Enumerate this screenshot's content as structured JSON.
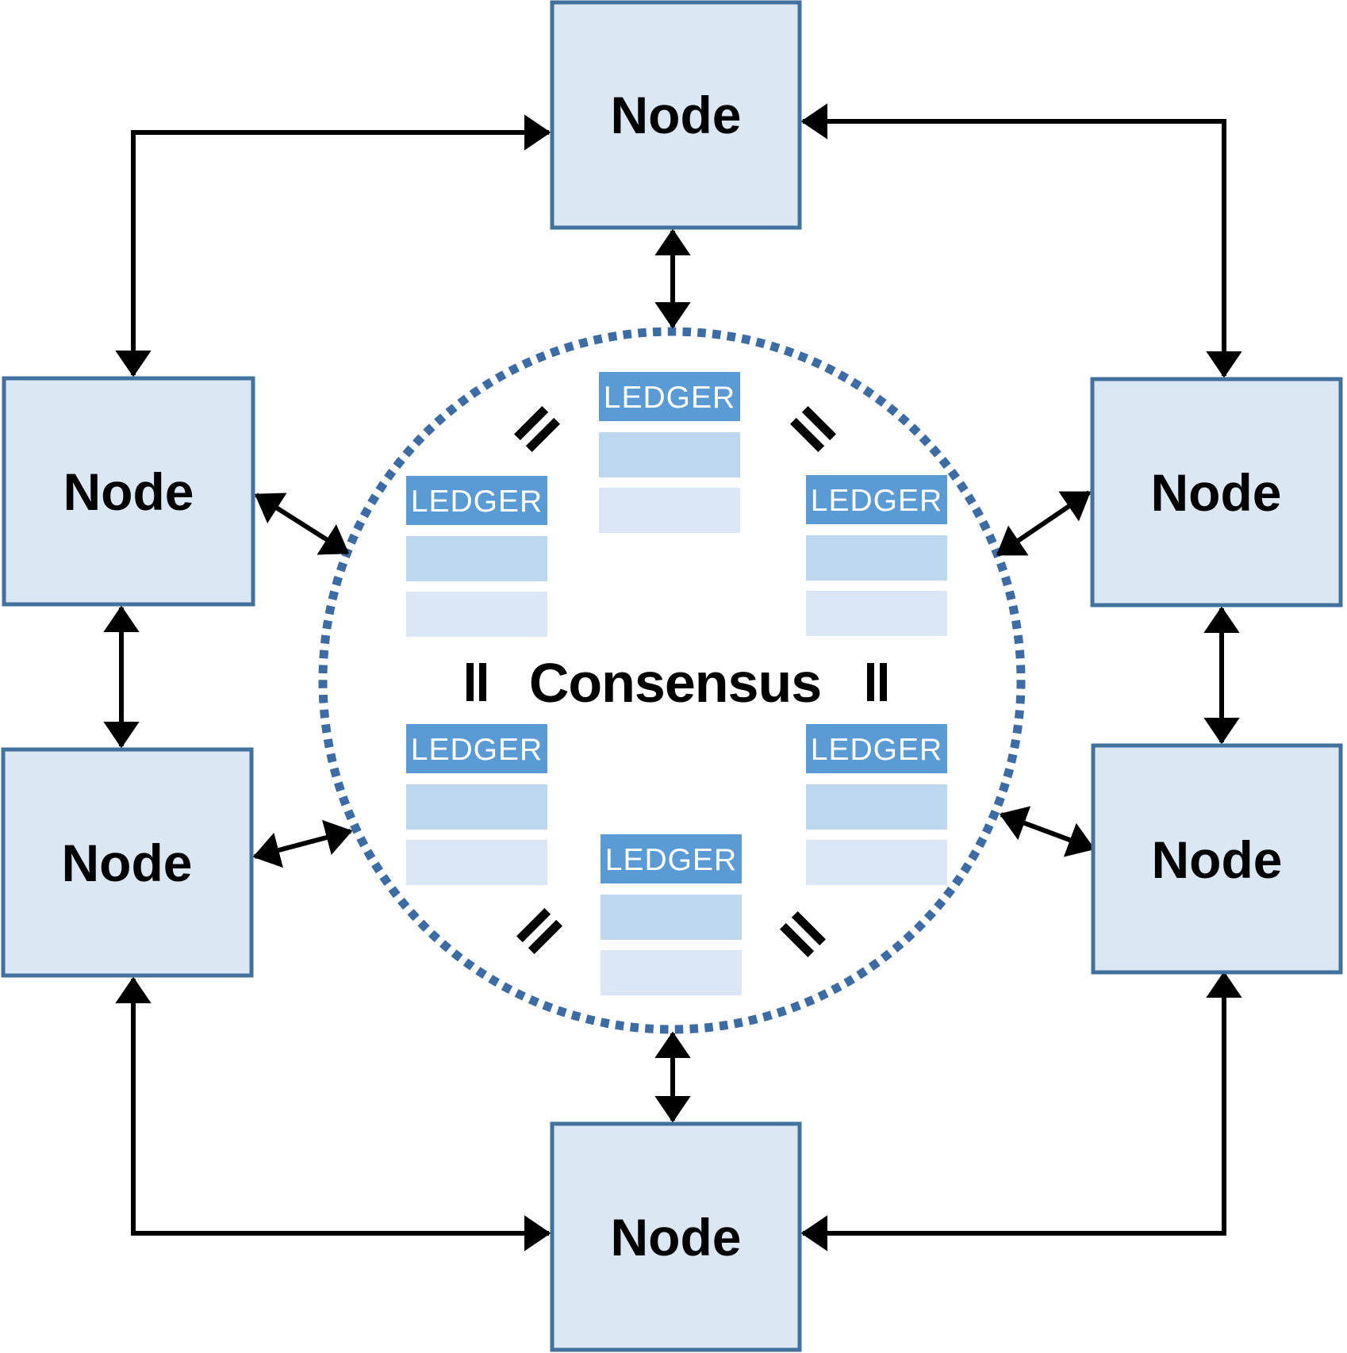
{
  "diagram": {
    "type": "peer-to-peer-consensus-network",
    "consensus": {
      "label": "Consensus"
    },
    "nodes": [
      {
        "id": "top",
        "label": "Node"
      },
      {
        "id": "left-upper",
        "label": "Node"
      },
      {
        "id": "right-upper",
        "label": "Node"
      },
      {
        "id": "left-lower",
        "label": "Node"
      },
      {
        "id": "right-lower",
        "label": "Node"
      },
      {
        "id": "bottom",
        "label": "Node"
      }
    ],
    "ledgers": [
      {
        "id": "top",
        "label": "LEDGER",
        "blank_rows": 2
      },
      {
        "id": "left-upper",
        "label": "LEDGER",
        "blank_rows": 2
      },
      {
        "id": "right-upper",
        "label": "LEDGER",
        "blank_rows": 2
      },
      {
        "id": "left-lower",
        "label": "LEDGER",
        "blank_rows": 2
      },
      {
        "id": "right-lower",
        "label": "LEDGER",
        "blank_rows": 2
      },
      {
        "id": "bottom",
        "label": "LEDGER",
        "blank_rows": 2
      }
    ],
    "equality_marks": {
      "icon": "equals-icon",
      "count": 6,
      "positions": [
        "upper-left-rotated",
        "upper-right-rotated",
        "mid-left-vertical",
        "mid-right-vertical",
        "lower-left-rotated",
        "lower-right-rotated"
      ]
    },
    "connections": [
      {
        "from": "node-top",
        "to": "consensus-circle",
        "type": "bidirectional-arrow"
      },
      {
        "from": "node-bottom",
        "to": "consensus-circle",
        "type": "bidirectional-arrow"
      },
      {
        "from": "node-left-upper",
        "to": "consensus-circle",
        "type": "bidirectional-arrow"
      },
      {
        "from": "node-left-lower",
        "to": "consensus-circle",
        "type": "bidirectional-arrow"
      },
      {
        "from": "node-right-upper",
        "to": "consensus-circle",
        "type": "bidirectional-arrow"
      },
      {
        "from": "node-right-lower",
        "to": "consensus-circle",
        "type": "bidirectional-arrow"
      },
      {
        "from": "node-left-upper",
        "to": "node-top",
        "type": "bidirectional-elbow-arrow"
      },
      {
        "from": "node-right-upper",
        "to": "node-top",
        "type": "bidirectional-elbow-arrow"
      },
      {
        "from": "node-left-lower",
        "to": "node-bottom",
        "type": "bidirectional-elbow-arrow"
      },
      {
        "from": "node-right-lower",
        "to": "node-bottom",
        "type": "bidirectional-elbow-arrow"
      },
      {
        "from": "node-left-upper",
        "to": "node-left-lower",
        "type": "bidirectional-arrow"
      },
      {
        "from": "node-right-upper",
        "to": "node-right-lower",
        "type": "bidirectional-arrow"
      }
    ],
    "colors": {
      "background": "#ffffff",
      "node_fill": "#dce7f4",
      "node_border": "#41719c",
      "ledger_header": "#5b9bd5",
      "ledger_header_text": "#ffffff",
      "ledger_row_medium": "#bdd7ee",
      "ledger_row_light": "#dce7f5",
      "circle_dots": "#3d6ca4",
      "connector": "#000000",
      "label_text": "#000000"
    }
  }
}
